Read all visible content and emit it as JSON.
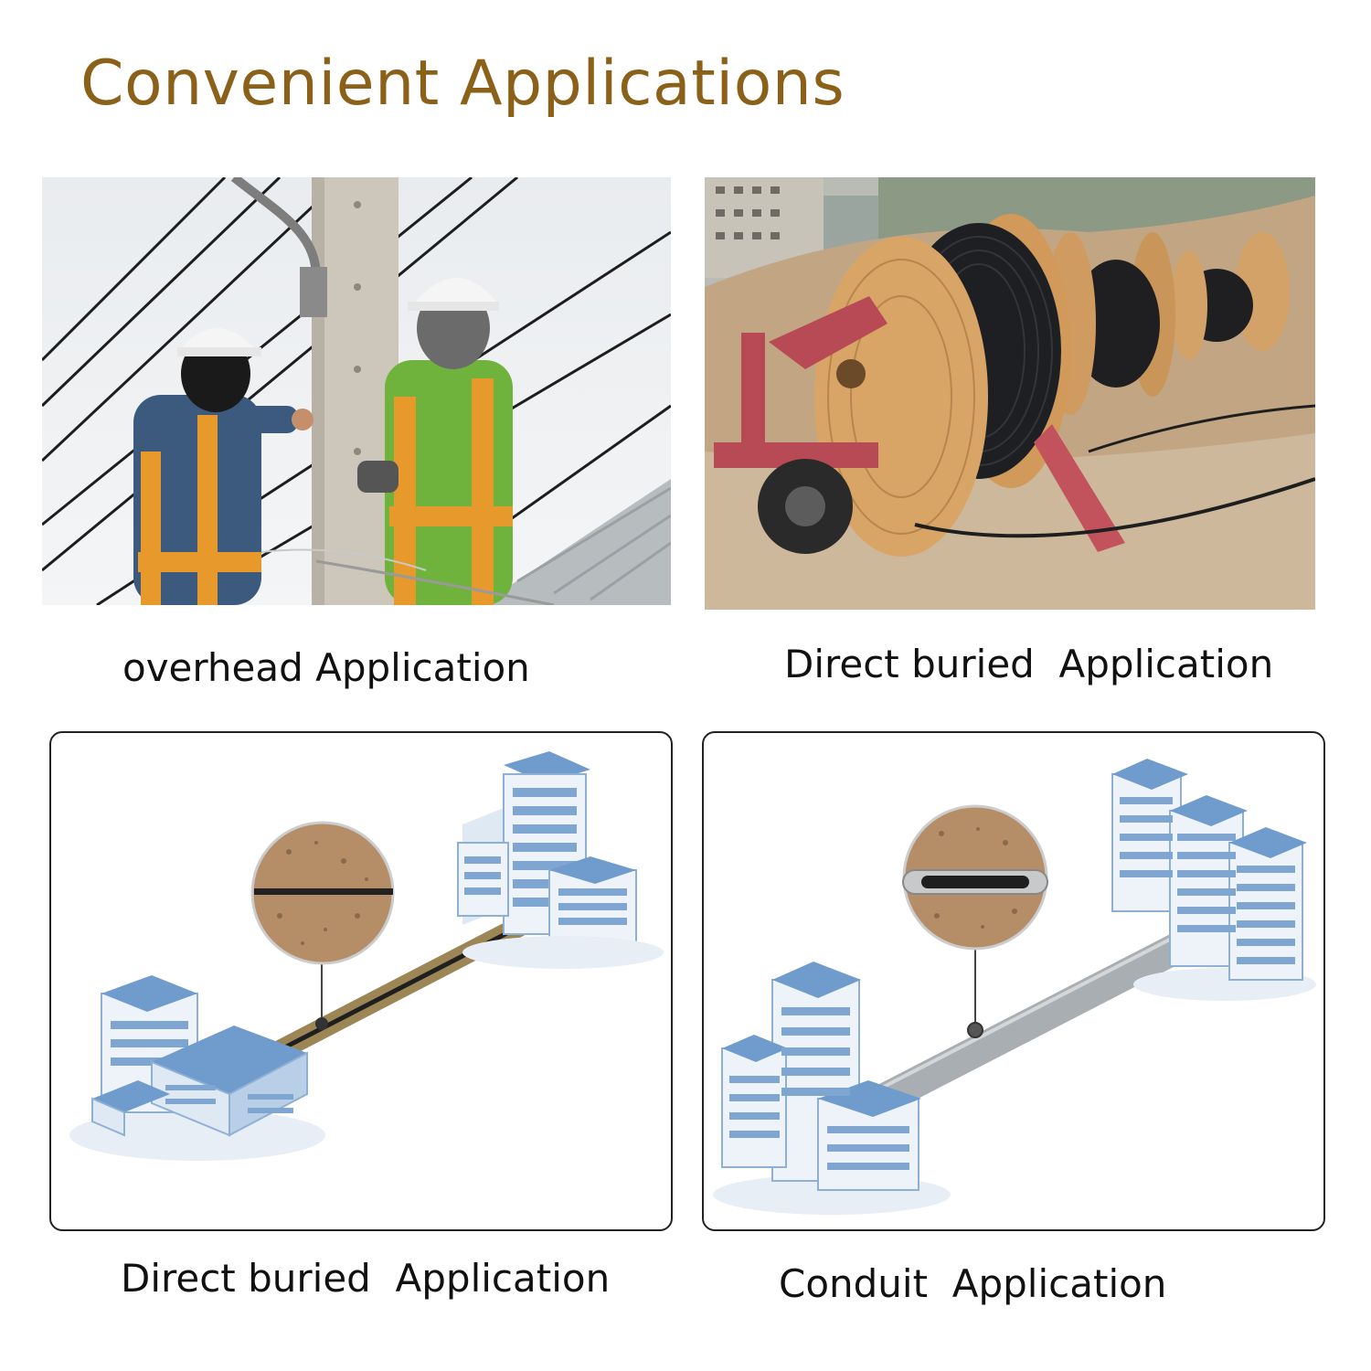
{
  "title": "Convenient Applications",
  "colors": {
    "title": "#8B6119",
    "building": "#6f9ccd",
    "soil": "#b9916a",
    "conduit": "#a9aeb2"
  },
  "panels": [
    {
      "caption": "overhead Application",
      "icon": "overhead-line-workers-photo"
    },
    {
      "caption": "Direct buried  Application",
      "icon": "cable-reels-photo"
    },
    {
      "caption": "Direct buried  Application",
      "icon": "direct-buried-diagram"
    },
    {
      "caption": "Conduit  Application",
      "icon": "conduit-diagram"
    }
  ]
}
